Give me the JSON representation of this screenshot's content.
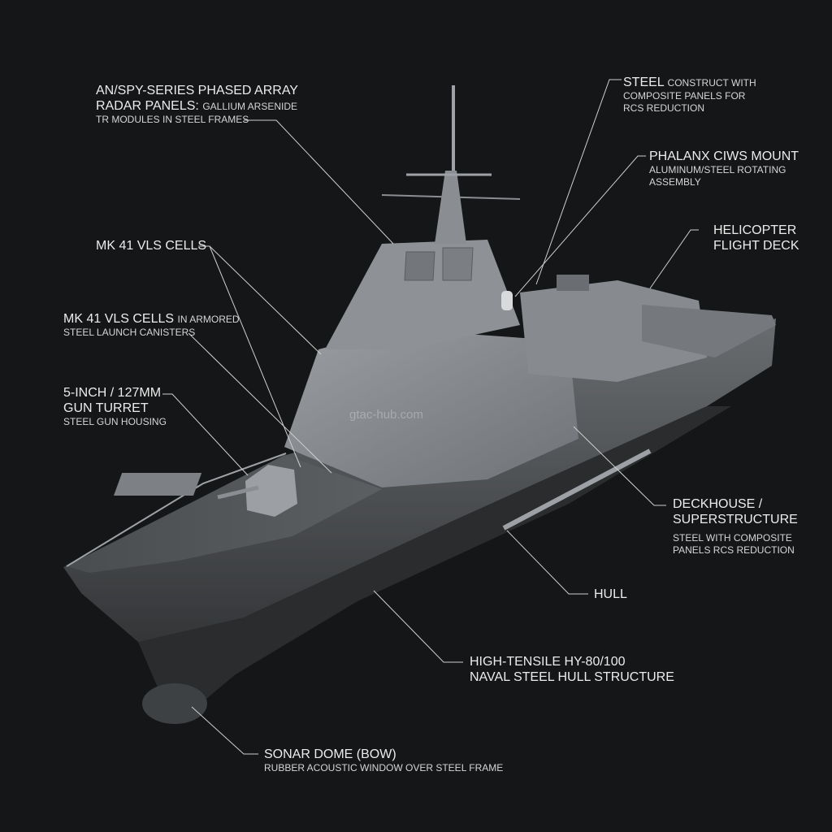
{
  "callouts": {
    "radar": {
      "main": "AN/SPY-SERIES PHASED ARRAY",
      "line2_main": "RADAR PANELS:",
      "line2_sub": "GALLIUM ARSENIDE",
      "line3": "TR MODULES IN STEEL FRAMES"
    },
    "steel": {
      "main": "STEEL",
      "main_sub": "CONSTRUCT WITH",
      "line2": "COMPOSITE PANELS FOR",
      "line3": "RCS REDUCTION"
    },
    "phalanx": {
      "main": "PHALANX CIWS MOUNT",
      "line2": "ALUMINUM/STEEL ROTATING",
      "line3": "ASSEMBLY"
    },
    "helo": {
      "line1": "HELICOPTER",
      "line2": "FLIGHT DECK"
    },
    "vls1": {
      "main": "MK 41 VLS CELLS"
    },
    "vls2": {
      "main": "MK 41 VLS CELLS",
      "main_sub": "IN ARMORED",
      "line2": "STEEL LAUNCH CANISTERS"
    },
    "gun": {
      "line1": "5-INCH / 127MM",
      "line2": "GUN TURRET",
      "line3": "STEEL GUN HOUSING"
    },
    "deckhouse": {
      "line1": "DECKHOUSE /",
      "line2": "SUPERSTRUCTURE",
      "line3": "STEEL WITH COMPOSITE",
      "line4": "PANELS RCS REDUCTION"
    },
    "hull": {
      "main": "HULL"
    },
    "hullsteel": {
      "line1": "HIGH-TENSILE HY-80/100",
      "line2": "NAVAL STEEL HULL STRUCTURE"
    },
    "sonar": {
      "main": "SONAR DOME (BOW)",
      "line2": "RUBBER ACOUSTIC WINDOW OVER STEEL FRAME"
    }
  },
  "watermark": "gtac-hub.com",
  "colors": {
    "background": "#151617",
    "hull": "#5a5d60",
    "superstructure": "#8c9094",
    "leader_line": "#cfcfcf"
  }
}
